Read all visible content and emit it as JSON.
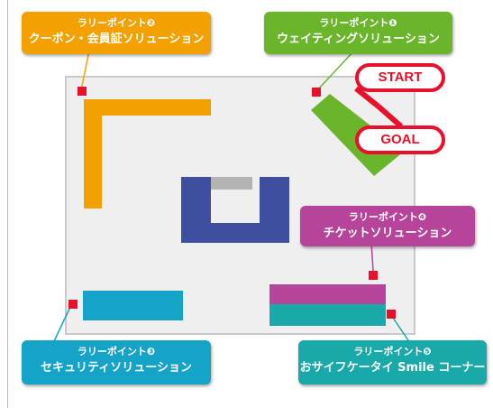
{
  "colors": {
    "orange": "#f2a100",
    "green": "#6ab52c",
    "purple": "#b6449a",
    "cyan": "#16a3c8",
    "teal": "#19a9a9",
    "navy": "#3f4fa0",
    "red": "#e8102a",
    "floor": "#efefef"
  },
  "rally": {
    "p1": {
      "line1": "ラリーポイント❶",
      "line2": "ウェイティングソリューション"
    },
    "p2": {
      "line1": "ラリーポイント❷",
      "line2": "クーポン・会員証ソリューション"
    },
    "p3": {
      "line1": "ラリーポイント❸",
      "line2": "セキュリティソリューション"
    },
    "p4": {
      "line1": "ラリーポイント❹",
      "line2": "チケットソリューション"
    },
    "p5": {
      "line1": "ラリーポイント❺",
      "line2": "おサイフケータイ Smile コーナー"
    }
  },
  "start_label": "START",
  "goal_label": "GOAL"
}
